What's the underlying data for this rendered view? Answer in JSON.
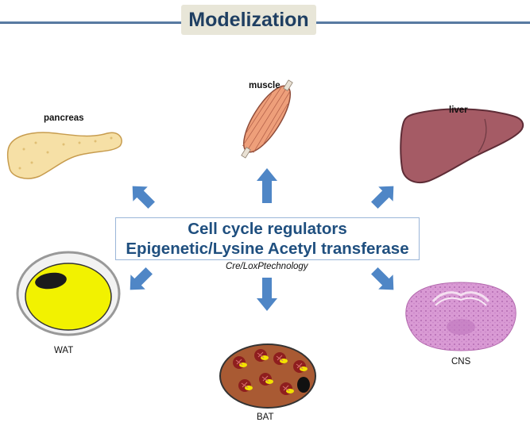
{
  "title": "Modelization",
  "center": {
    "line1": "Cell cycle regulators",
    "line2": "Epigenetic/Lysine Acetyl transferase",
    "technology": "Cre/LoxPtechnology"
  },
  "organs": {
    "pancreas": "pancreas",
    "muscle": "muscle",
    "liver": "liver",
    "wat": "WAT",
    "bat": "BAT",
    "cns": "CNS"
  },
  "colors": {
    "arrow": "#4f86c6",
    "title_text": "#1f3f62",
    "center_text": "#1f4f7f",
    "header_line": "#3f648f"
  }
}
